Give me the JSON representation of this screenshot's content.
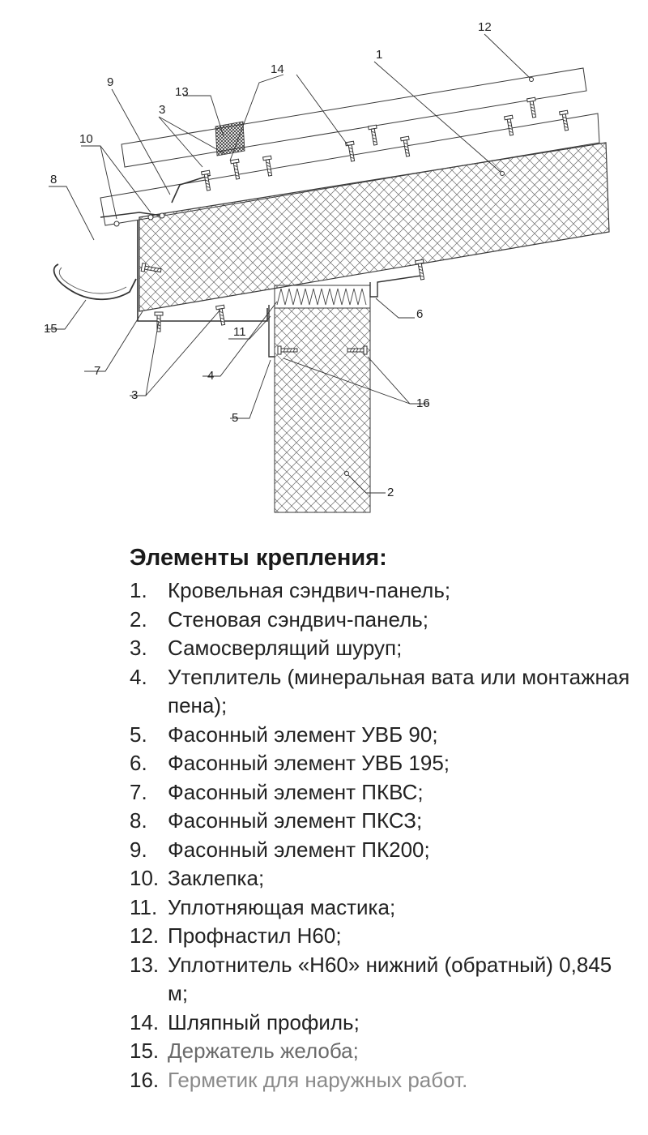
{
  "legend": {
    "title": "Элементы крепления:",
    "items": [
      {
        "num": "1.",
        "text": "Кровельная сэндвич-панель;"
      },
      {
        "num": "2.",
        "text": "Стеновая сэндвич-панель;"
      },
      {
        "num": "3.",
        "text": "Самосверлящий шуруп;"
      },
      {
        "num": "4.",
        "text": "Утеплитель (минеральная вата или монтажная пена);"
      },
      {
        "num": "5.",
        "text": "Фасонный элемент УВБ 90;"
      },
      {
        "num": "6.",
        "text": "Фасонный элемент УВБ 195;"
      },
      {
        "num": "7.",
        "text": "Фасонный элемент ПКВС;"
      },
      {
        "num": "8.",
        "text": "Фасонный элемент ПКСЗ;"
      },
      {
        "num": "9.",
        "text": "Фасонный элемент ПК200;"
      },
      {
        "num": "10.",
        "text": "Заклепка;"
      },
      {
        "num": "11.",
        "text": "Уплотняющая мастика;"
      },
      {
        "num": "12.",
        "text": "Профнастил Н60;"
      },
      {
        "num": "13.",
        "text": "Уплотнитель «Н60» нижний (обратный) 0,845 м;"
      },
      {
        "num": "14.",
        "text": "Шляпный профиль;"
      },
      {
        "num": "15.",
        "text": "Держатель желоба;"
      },
      {
        "num": "16.",
        "text": "Герметик для наружных работ."
      }
    ]
  },
  "callouts": [
    "1",
    "2",
    "3",
    "4",
    "5",
    "6",
    "7",
    "8",
    "9",
    "10",
    "11",
    "12",
    "13",
    "14",
    "15",
    "16"
  ],
  "colors": {
    "line": "#3a3a3a",
    "hatch": "#6b6b6b",
    "text": "#222222"
  }
}
